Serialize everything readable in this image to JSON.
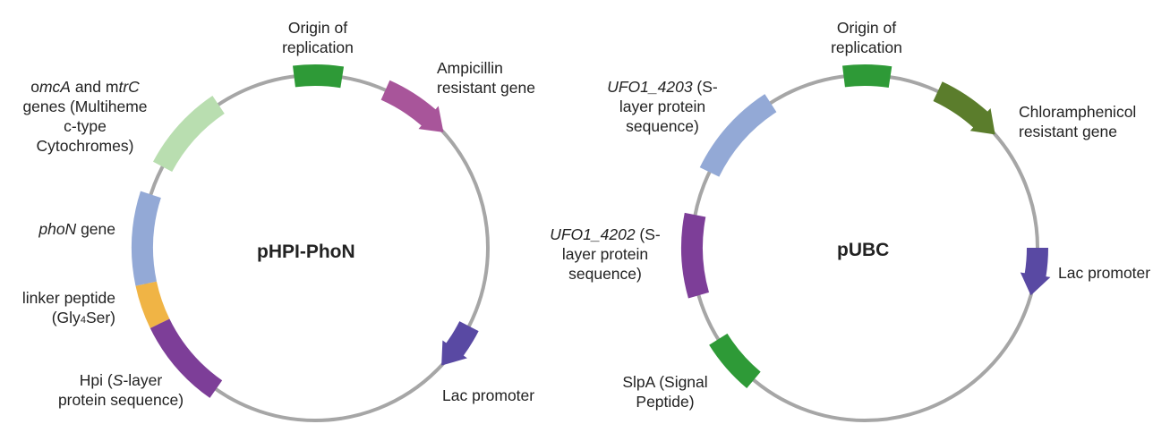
{
  "plasmids": [
    {
      "name": "pHPI-PhoN",
      "backbone_color": "#a6a6a6",
      "features": [
        {
          "id": "ori",
          "label": "Origin of replication",
          "color": "#2e9a37",
          "type": "block",
          "start_deg": -7,
          "end_deg": 9
        },
        {
          "id": "amp",
          "label": "Ampicillin resistant gene",
          "color": "#a8559a",
          "type": "arrow",
          "start_deg": 24,
          "end_deg": 48
        },
        {
          "id": "lac",
          "label": "Lac promoter",
          "color": "#5949a3",
          "type": "arrow",
          "start_deg": 117,
          "end_deg": 133
        },
        {
          "id": "hpi",
          "label": "Hpi (S-layer protein sequence)",
          "color": "#7d3e98",
          "type": "block",
          "start_deg": 215,
          "end_deg": 244
        },
        {
          "id": "linker",
          "label": "linker peptide (Gly4Ser)",
          "color": "#f0b445",
          "type": "block",
          "start_deg": 244,
          "end_deg": 258
        },
        {
          "id": "phon",
          "label": "phoN gene",
          "color": "#93a9d6",
          "type": "block",
          "start_deg": 258,
          "end_deg": 288
        },
        {
          "id": "omc",
          "label": "omcA and mtrC genes (Multiheme c-type Cytochromes)",
          "color": "#b9deb0",
          "type": "block",
          "start_deg": 298,
          "end_deg": 326
        }
      ],
      "labels": {
        "ori_1": "Origin of",
        "ori_2": "replication",
        "amp_1": "Ampicillin",
        "amp_2": "resistant gene",
        "lac": "Lac promoter",
        "hpi_1a": "Hpi (",
        "hpi_1b": "S",
        "hpi_1c": "-layer",
        "hpi_2": "protein sequence)",
        "linker_1": "linker peptide",
        "linker_2a": "(Gly",
        "linker_2b": "4",
        "linker_2c": "Ser)",
        "phon_a": "phoN",
        "phon_b": " gene",
        "omc_1a": "o",
        "omc_1b": "mcA",
        "omc_1c": " and m",
        "omc_1d": "trC",
        "omc_2": "genes (Multiheme",
        "omc_3": "c-type",
        "omc_4": "Cytochromes)"
      }
    },
    {
      "name": "pUBC",
      "backbone_color": "#a6a6a6",
      "features": [
        {
          "id": "ori",
          "label": "Origin of replication",
          "color": "#2e9a37",
          "type": "block",
          "start_deg": -7,
          "end_deg": 8.5
        },
        {
          "id": "cm",
          "label": "Chloramphenicol resistant gene",
          "color": "#5b7d2c",
          "type": "arrow",
          "start_deg": 25,
          "end_deg": 49
        },
        {
          "id": "lac",
          "label": "Lac promoter",
          "color": "#5949a3",
          "type": "arrow",
          "start_deg": 90,
          "end_deg": 106
        },
        {
          "id": "slpa",
          "label": "SlpA (Signal Peptide)",
          "color": "#2e9a37",
          "type": "block",
          "start_deg": 220,
          "end_deg": 238
        },
        {
          "id": "ufo4202",
          "label": "UFO1_4202 (S-layer protein sequence)",
          "color": "#7d3e98",
          "type": "block",
          "start_deg": 254,
          "end_deg": 281
        },
        {
          "id": "ufo4203",
          "label": "UFO1_4203 (S-layer protein sequence)",
          "color": "#93a9d6",
          "type": "block",
          "start_deg": 296,
          "end_deg": 327
        }
      ],
      "labels": {
        "ori_1": "Origin of",
        "ori_2": "replication",
        "cm_1": "Chloramphenicol",
        "cm_2": "resistant gene",
        "lac": "Lac promoter",
        "ufo4203_1a": "UFO1_4203",
        "ufo4203_1b": " (S-",
        "ufo4203_2": "layer protein",
        "ufo4203_3": "sequence)",
        "ufo4202_1a": "UFO1_4202",
        "ufo4202_1b": " (S-",
        "ufo4202_2": "layer protein",
        "ufo4202_3": "sequence)",
        "slpa_1": "SlpA (Signal",
        "slpa_2": "Peptide)"
      }
    }
  ]
}
